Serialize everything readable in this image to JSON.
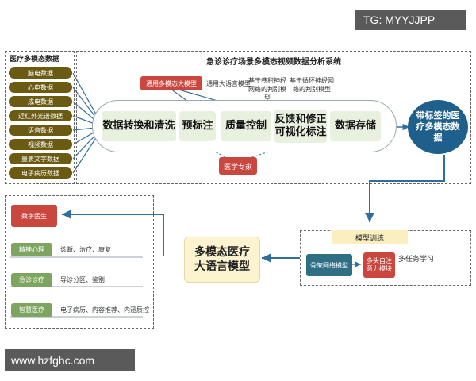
{
  "watermark_top": "TG: MYYJJPP",
  "watermark_bottom": "www.hzfghc.com",
  "data_sources": {
    "title": "医疗多模态数据",
    "items": [
      "脑电数据",
      "心电数据",
      "成电数据",
      "近红外光谱数据",
      "语音数据",
      "视频数据",
      "量表文字数据",
      "电子病历数据"
    ]
  },
  "system": {
    "title": "急诊诊疗场景多模态视频数据分析系统",
    "model_label": "通用多模态大模型",
    "model_types": [
      "通用大语言模型",
      "基于卷积神经网络的判别模型",
      "基于循环神经网络的判别模型"
    ],
    "steps": [
      "数据转换和清洗",
      "预标注",
      "质量控制",
      "反馈和修正可视化标注",
      "数据存储"
    ],
    "expert": "医学专家",
    "output": "带标签的医疗多模态数据"
  },
  "training": {
    "title": "模型训练",
    "backbone": "骨架网络模型",
    "attention": "多头自注意力模块",
    "multitask": "多任务学习"
  },
  "llm": "多模态医疗大语言模型",
  "applications": [
    {
      "name": "数字医生",
      "detail": ""
    },
    {
      "name": "精神心理",
      "detail": "诊断、治疗、康复"
    },
    {
      "name": "急诊诊疗",
      "detail": "导诊分区、鉴别"
    },
    {
      "name": "智慧医疗",
      "detail": "电子病历、内容推荐、内涵质控"
    }
  ],
  "colors": {
    "olive": "#6b5a12",
    "red": "#c9473f",
    "green": "#7ea55f",
    "blue": "#1f5f8b",
    "arrow": "#2f6fa0"
  }
}
